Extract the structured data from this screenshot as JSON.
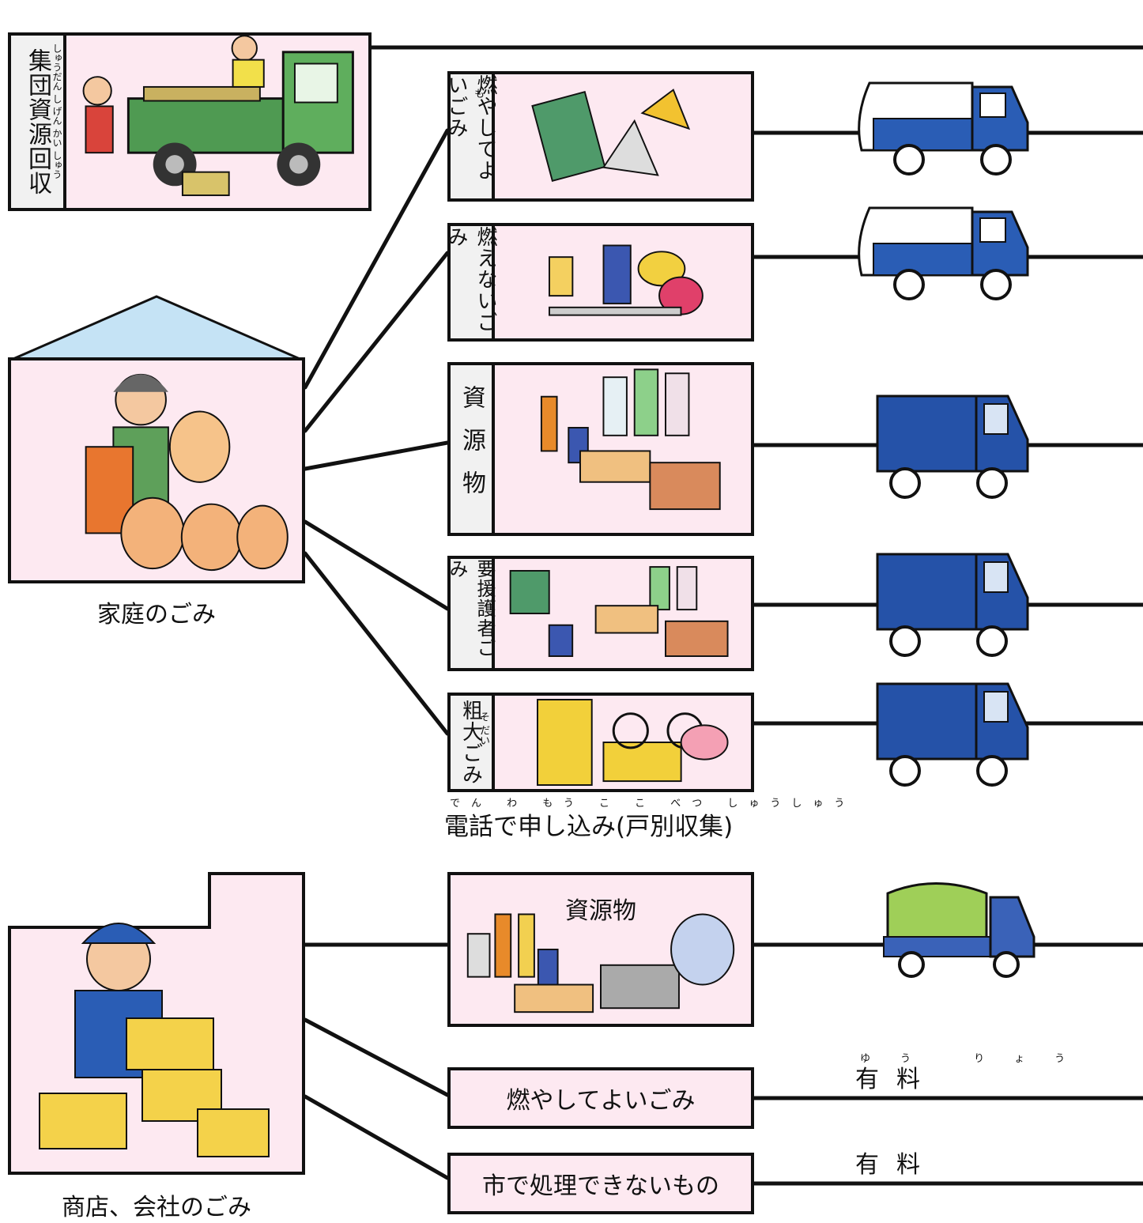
{
  "group_collection": {
    "label": "集団資源回収",
    "ruby": "しゅうだん し げん かい しゅう"
  },
  "household": {
    "caption": "家庭のごみ"
  },
  "categories": [
    {
      "label": "燃やしてよいごみ",
      "ruby": "も",
      "truck": "packer-truck"
    },
    {
      "label": "燃えないごみ",
      "truck": "packer-truck"
    },
    {
      "label": "資源物",
      "truck": "box-truck"
    },
    {
      "label": "要援護者ごみ",
      "truck": "box-truck"
    },
    {
      "label": "粗大ごみ",
      "ruby": "そ だい",
      "truck": "box-truck"
    }
  ],
  "phone_note": {
    "text": "電話で申し込み(戸別収集)",
    "ruby": "でん わ もう こ こ べつ しゅうしゅう"
  },
  "business": {
    "caption": "商店、会社のごみ",
    "resource_label": "資源物",
    "burnable_label": "燃やしてよいごみ",
    "unprocessable_label": "市で処理できないもの",
    "fee_1": "有料",
    "fee_1_ruby": "ゆう りょう",
    "fee_2": "有料"
  },
  "colors": {
    "box_fill": "#fde9f1",
    "roof": "#c5e3f5",
    "truck_blue": "#1f4fa8",
    "truck_green": "#3a8a4a"
  }
}
